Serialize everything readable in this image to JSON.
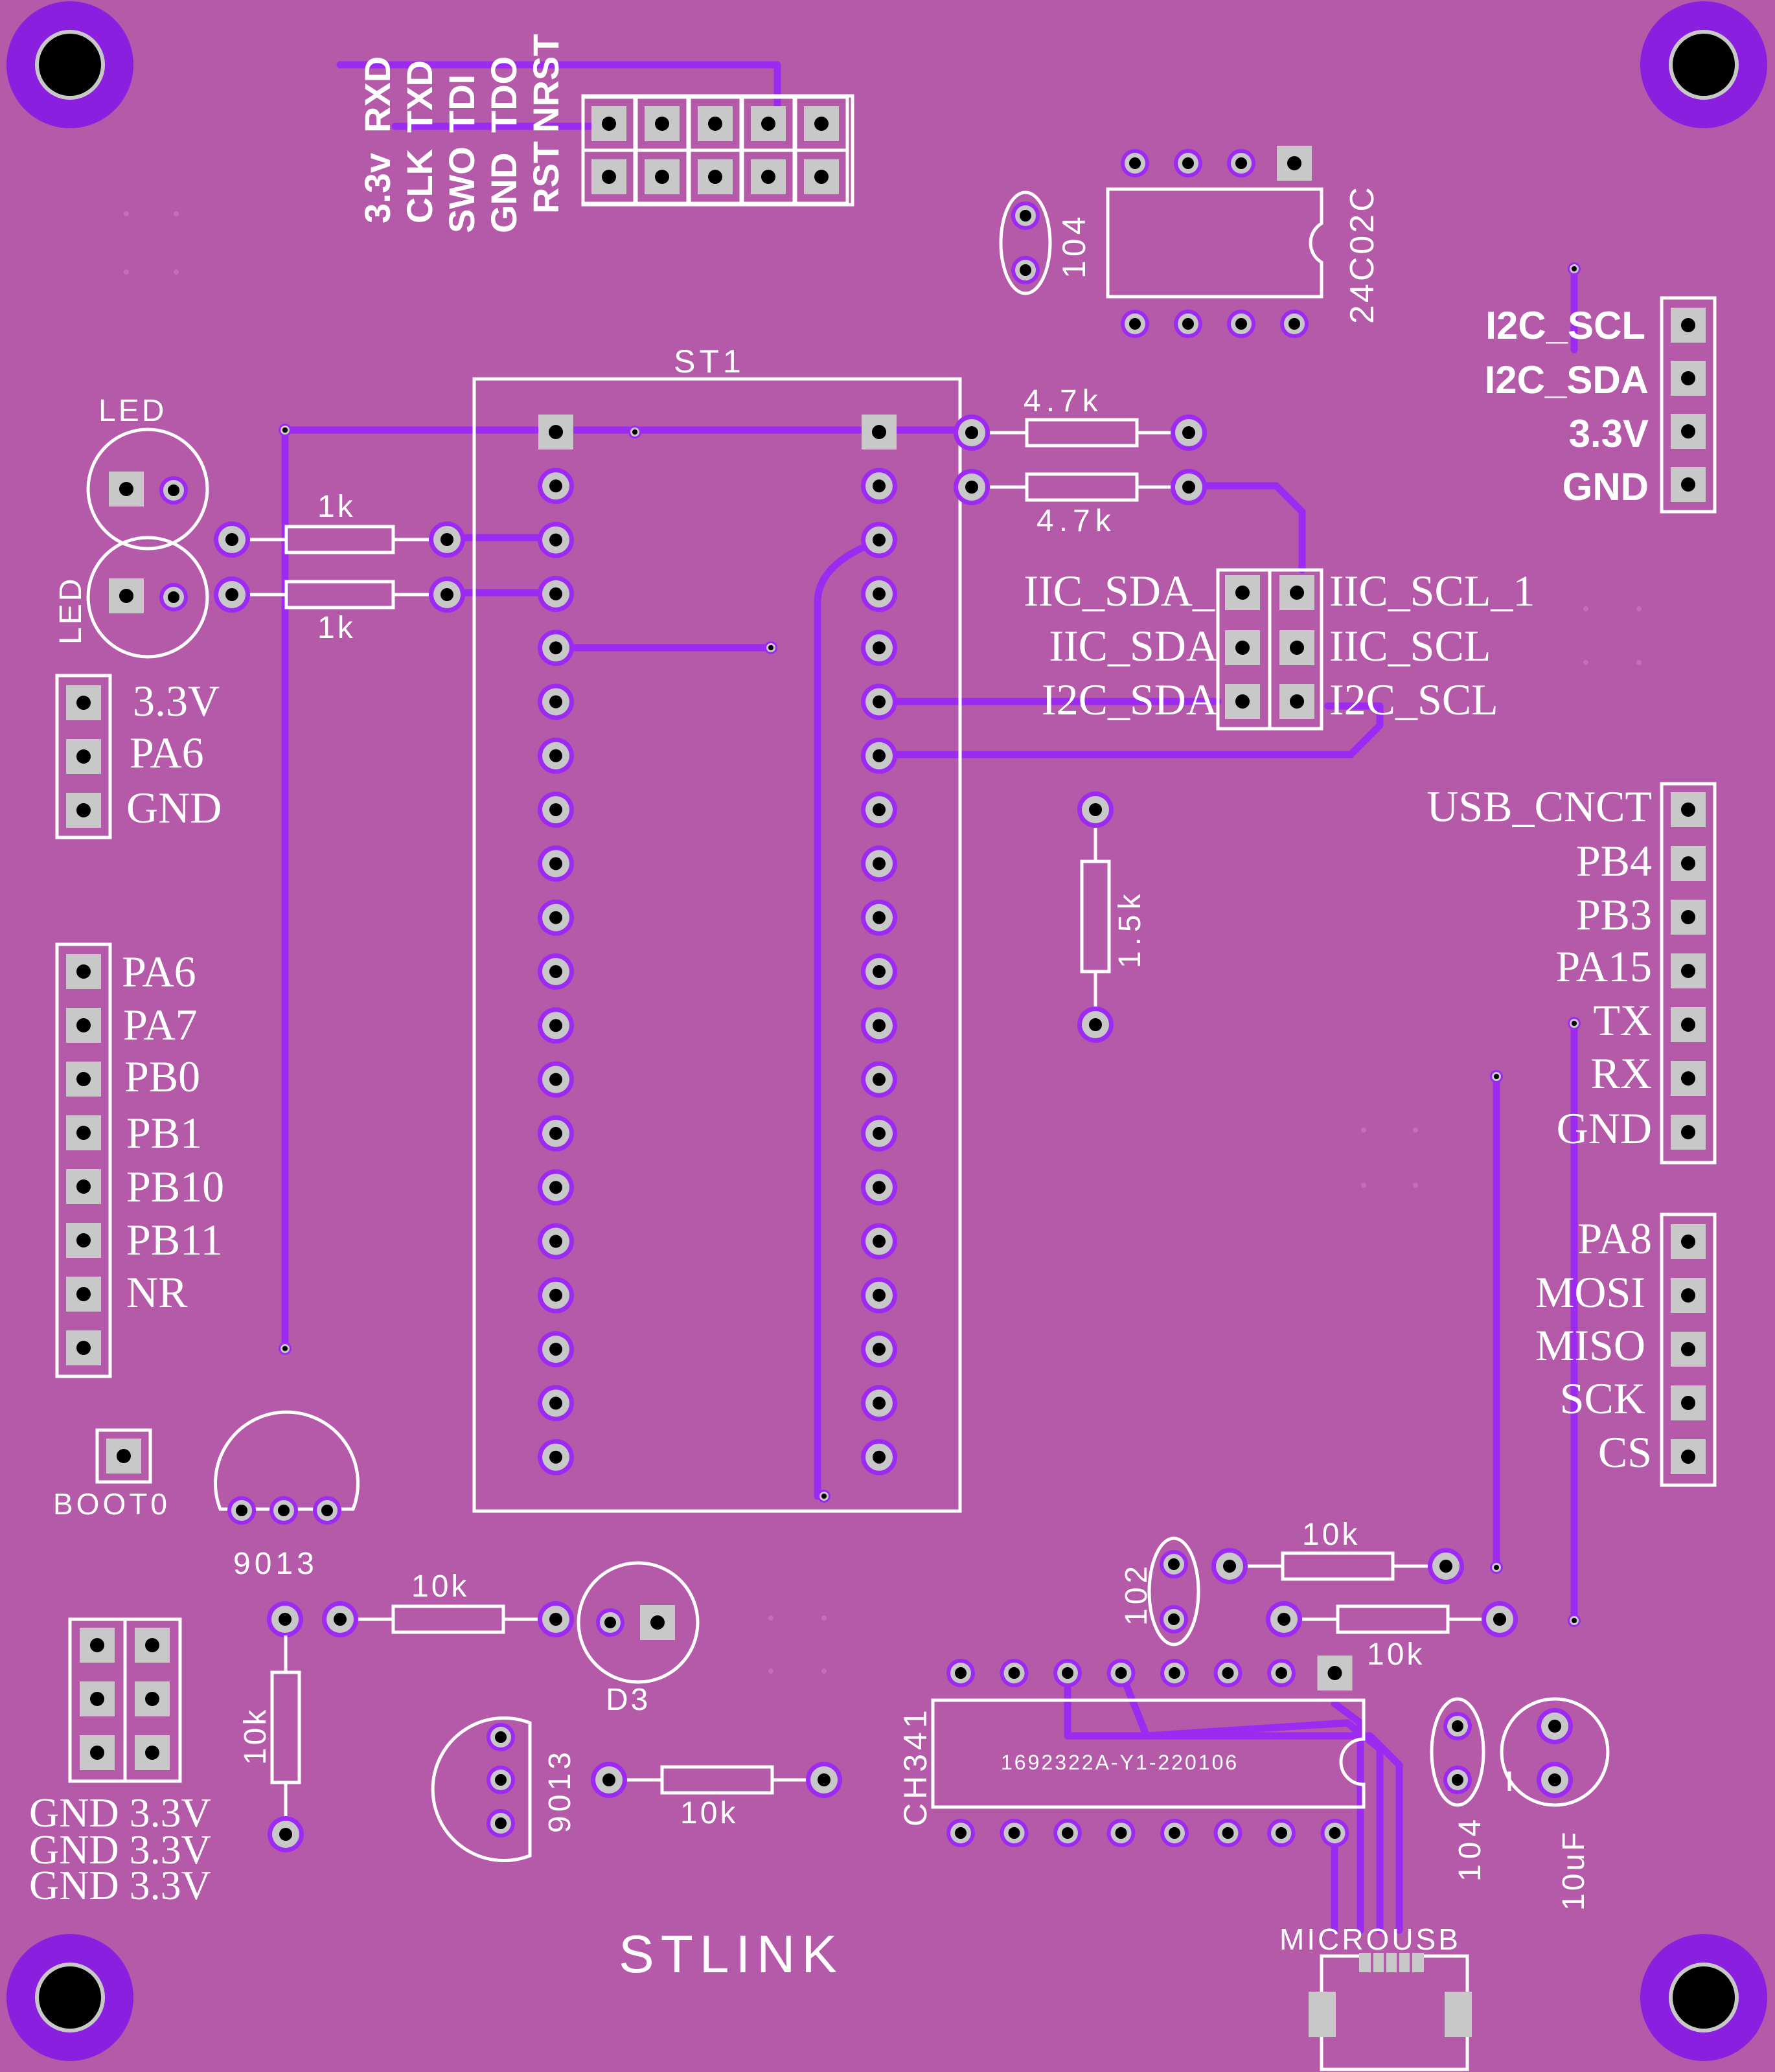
{
  "board": {
    "title": "STLINK",
    "colors": {
      "soldermask": "#b45aa8",
      "trace": "#9d2af0",
      "silkscreen": "#ffffff",
      "pad": "#c8c8c8",
      "hole": "#000000",
      "mounting_ring": "#8a1fe0"
    }
  },
  "swd_header": {
    "top_labels": [
      "RXD",
      "TXD",
      "TDI",
      "TDO",
      "NRST"
    ],
    "bottom_labels": [
      "3.3v",
      "CLK",
      "SWO",
      "GND",
      "RST"
    ]
  },
  "eeprom": {
    "ref": "24C02C",
    "cap": "104"
  },
  "mcu": {
    "ref": "ST1"
  },
  "led_top": "LED",
  "led_bottom": "LED",
  "resistors": {
    "r1k_a": "1k",
    "r1k_b": "1k",
    "r47_a": "4.7k",
    "r47_b": "4.7k",
    "r15": "1.5k",
    "r10_a": "10k",
    "r10_b": "10k",
    "r10_c": "10k",
    "r10_d": "10k",
    "r10_e": "10k"
  },
  "i2c_header": [
    "I2C_SCL",
    "I2C_SDA",
    "3.3V",
    "GND"
  ],
  "iic_jumper": {
    "left": [
      "IIC_SDA_",
      "IIC_SDA",
      "I2C_SDA"
    ],
    "right": [
      "IIC_SCL_1",
      "IIC_SCL",
      "I2C_SCL"
    ]
  },
  "pwr_header": [
    "3.3V",
    "PA6",
    "GND"
  ],
  "gpio_header": [
    "PA6",
    "PA7",
    "PB0",
    "PB1",
    "PB10",
    "PB11",
    "NR"
  ],
  "usb_header": [
    "USB_CNCT",
    "PB4",
    "PB3",
    "PA15",
    "TX",
    "RX",
    "GND"
  ],
  "spi_header": [
    "PA8",
    "MOSI",
    "MISO",
    "SCK",
    "CS"
  ],
  "boot": "BOOT0",
  "transistor_a": "9013",
  "transistor_b": "9013",
  "led_d3": "D3",
  "power_rows": [
    "GND 3.3V",
    "GND 3.3V",
    "GND 3.3V"
  ],
  "ch341": {
    "ref": "CH341",
    "part": "1692322A-Y1-220106"
  },
  "cap_102": "102",
  "cap_104b": "104",
  "cap_10uf": "10uF",
  "usb_conn": "MICROUSB"
}
